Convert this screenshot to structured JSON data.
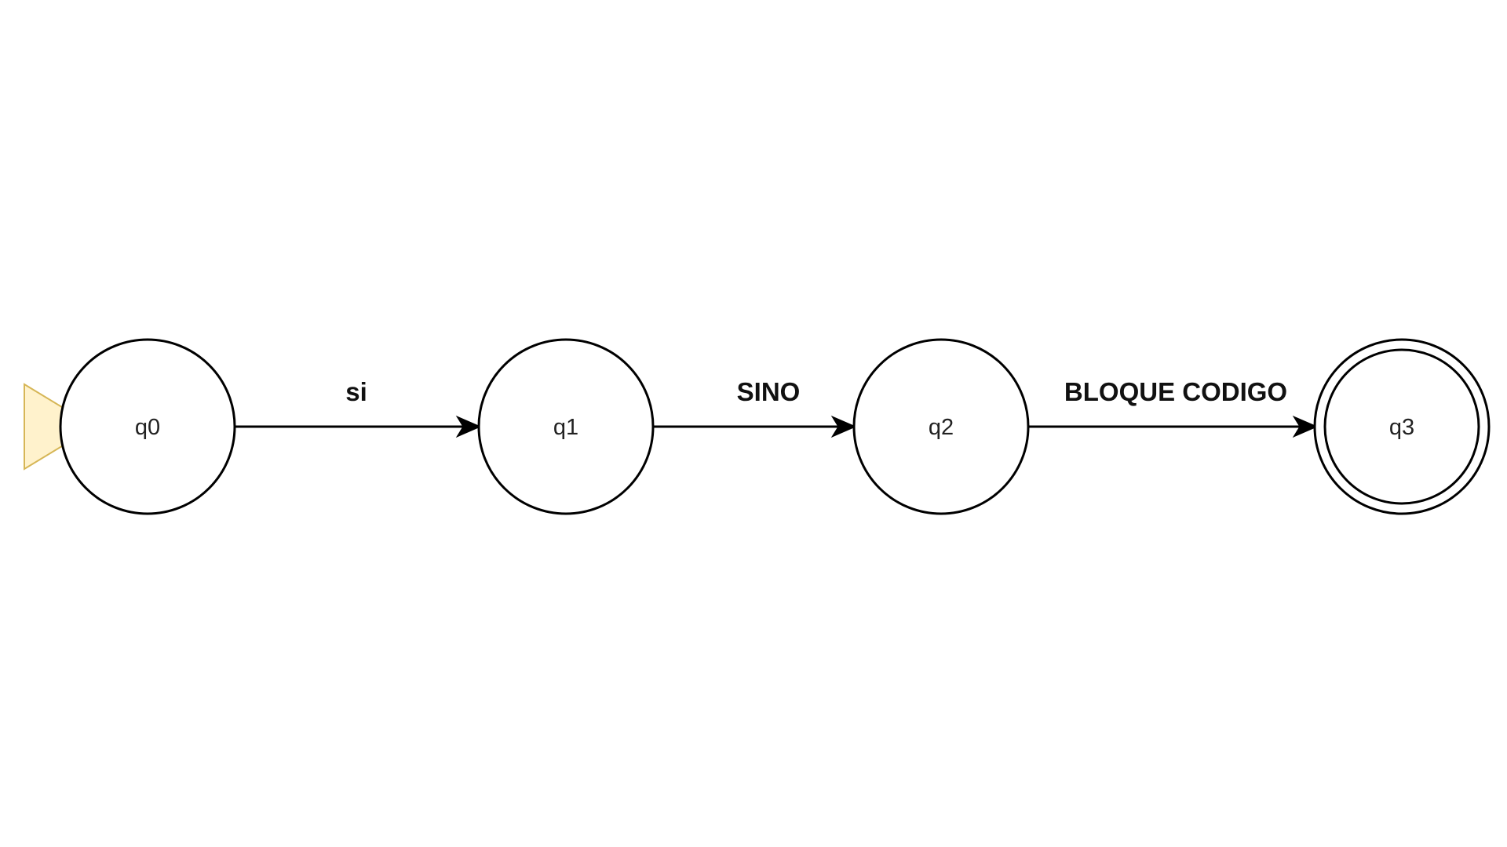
{
  "automaton": {
    "states": [
      {
        "id": "q0",
        "label": "q0",
        "initial": true,
        "accepting": false
      },
      {
        "id": "q1",
        "label": "q1",
        "initial": false,
        "accepting": false
      },
      {
        "id": "q2",
        "label": "q2",
        "initial": false,
        "accepting": false
      },
      {
        "id": "q3",
        "label": "q3",
        "initial": false,
        "accepting": true
      }
    ],
    "transitions": [
      {
        "from": "q0",
        "to": "q1",
        "label": "si"
      },
      {
        "from": "q1",
        "to": "q2",
        "label": "SINO"
      },
      {
        "from": "q2",
        "to": "q3",
        "label": "BLOQUE CODIGO"
      }
    ],
    "start_marker": {
      "fill": "#fff2cc",
      "stroke": "#d6b656"
    }
  }
}
